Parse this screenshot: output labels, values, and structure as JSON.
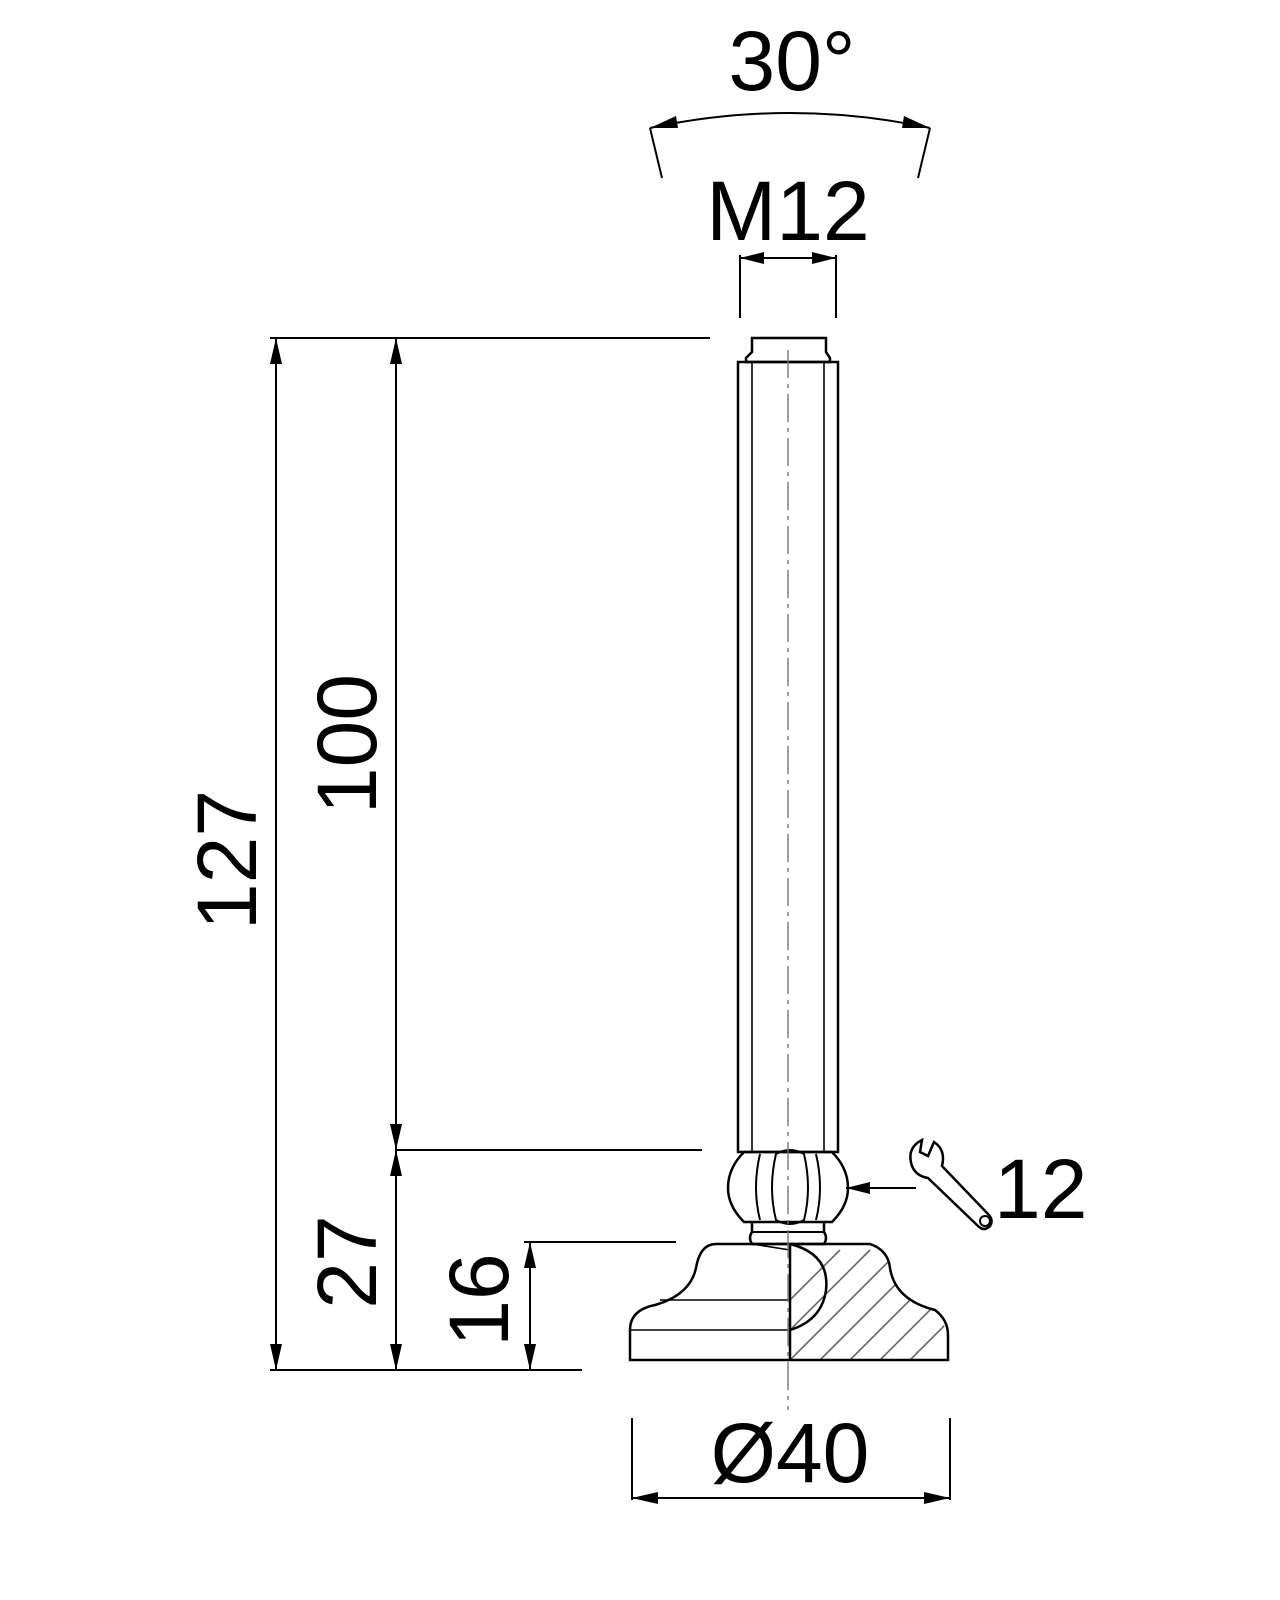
{
  "dimensions": {
    "angle": "30°",
    "thread": "M12",
    "total_height": "127",
    "thread_length": "100",
    "base_height": "27",
    "pad_height": "16",
    "wrench_size": "12",
    "base_diameter": "Ø40"
  },
  "icons": {
    "wrench": "wrench-icon"
  }
}
